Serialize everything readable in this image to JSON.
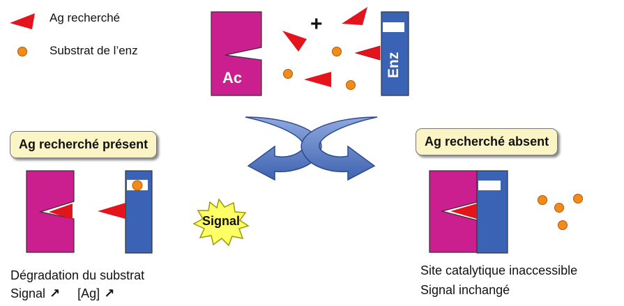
{
  "legend": {
    "antigen_label": "Ag recherché",
    "substrate_label": "Substrat de l’enz"
  },
  "top": {
    "antibody_label": "Ac",
    "enzyme_label": "Enz",
    "plus_sign": "+"
  },
  "present": {
    "title": "Ag recherché présent",
    "signal_label": "Signal",
    "caption_line1": "Dégradation du substrat",
    "caption_signal": "Signal",
    "caption_ag": "[Ag]",
    "arrow_glyph": "↗"
  },
  "absent": {
    "title": "Ag recherché absent",
    "caption_line1": "Site catalytique inaccessible",
    "caption_line2": "Signal inchangé"
  },
  "colors": {
    "antibody": "#cc1f8f",
    "enzyme": "#3a63b5",
    "antigen": "#e3141b",
    "substrate": "#f28a1c",
    "curved_arrow": "#5b7fc8",
    "title_box": "#fbf5c6",
    "signal_star": "#ffff66"
  }
}
